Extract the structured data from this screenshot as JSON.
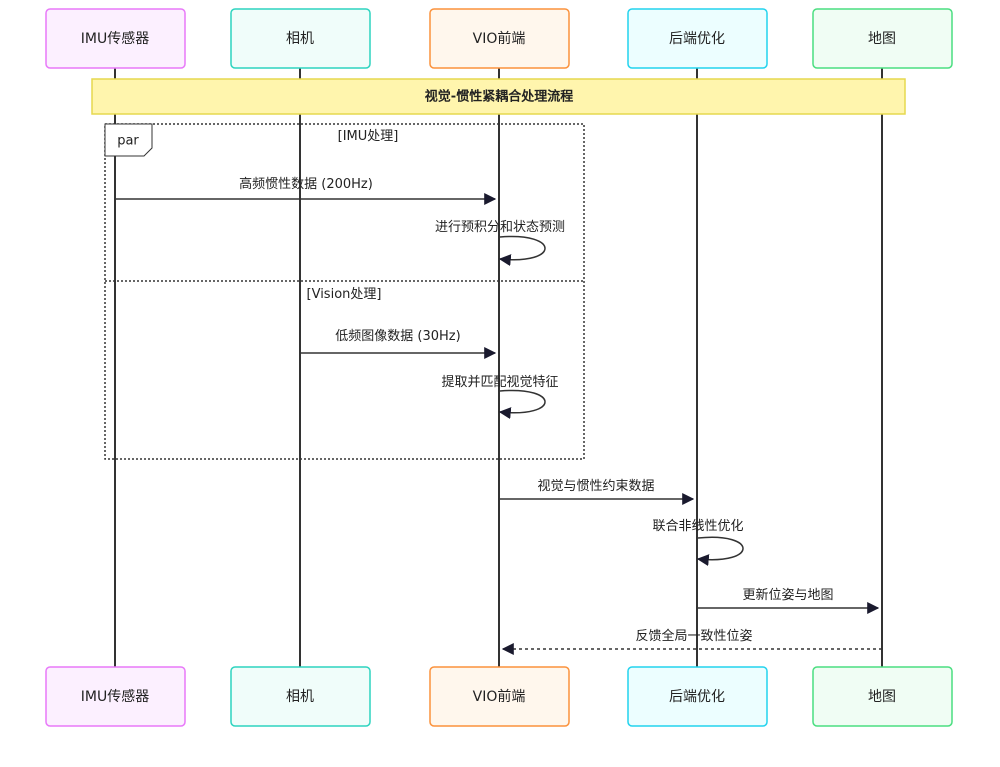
{
  "actors": [
    {
      "id": "imu",
      "label": "IMU传感器",
      "fill": "#fcf0ff",
      "stroke": "#e879f9"
    },
    {
      "id": "cam",
      "label": "相机",
      "fill": "#f0fdfa",
      "stroke": "#2dd4bf"
    },
    {
      "id": "vio",
      "label": "VIO前端",
      "fill": "#fff7ed",
      "stroke": "#fb923c"
    },
    {
      "id": "backend",
      "label": "后端优化",
      "fill": "#ecfeff",
      "stroke": "#22d3ee"
    },
    {
      "id": "map",
      "label": "地图",
      "fill": "#f0fdf4",
      "stroke": "#4ade80"
    }
  ],
  "note": {
    "text": "视觉-惯性紧耦合处理流程",
    "fill": "#fff5ad",
    "stroke": "#e6d84f"
  },
  "par_frame": {
    "label": "par",
    "sections": [
      "[IMU处理]",
      "[Vision处理]"
    ]
  },
  "messages": [
    {
      "text": "高频惯性数据 (200Hz)",
      "from": "imu",
      "to": "vio",
      "style": "solid"
    },
    {
      "text": "进行预积分和状态预测",
      "from": "vio",
      "to": "vio",
      "style": "self"
    },
    {
      "text": "低频图像数据 (30Hz)",
      "from": "cam",
      "to": "vio",
      "style": "solid"
    },
    {
      "text": "提取并匹配视觉特征",
      "from": "vio",
      "to": "vio",
      "style": "self"
    },
    {
      "text": "视觉与惯性约束数据",
      "from": "vio",
      "to": "backend",
      "style": "solid"
    },
    {
      "text": "联合非线性优化",
      "from": "backend",
      "to": "backend",
      "style": "self"
    },
    {
      "text": "更新位姿与地图",
      "from": "backend",
      "to": "map",
      "style": "solid"
    },
    {
      "text": "反馈全局一致性位姿",
      "from": "map",
      "to": "vio",
      "style": "dashed"
    }
  ],
  "colors": {
    "line": "#333333",
    "arrow": "#1a1a2e"
  }
}
